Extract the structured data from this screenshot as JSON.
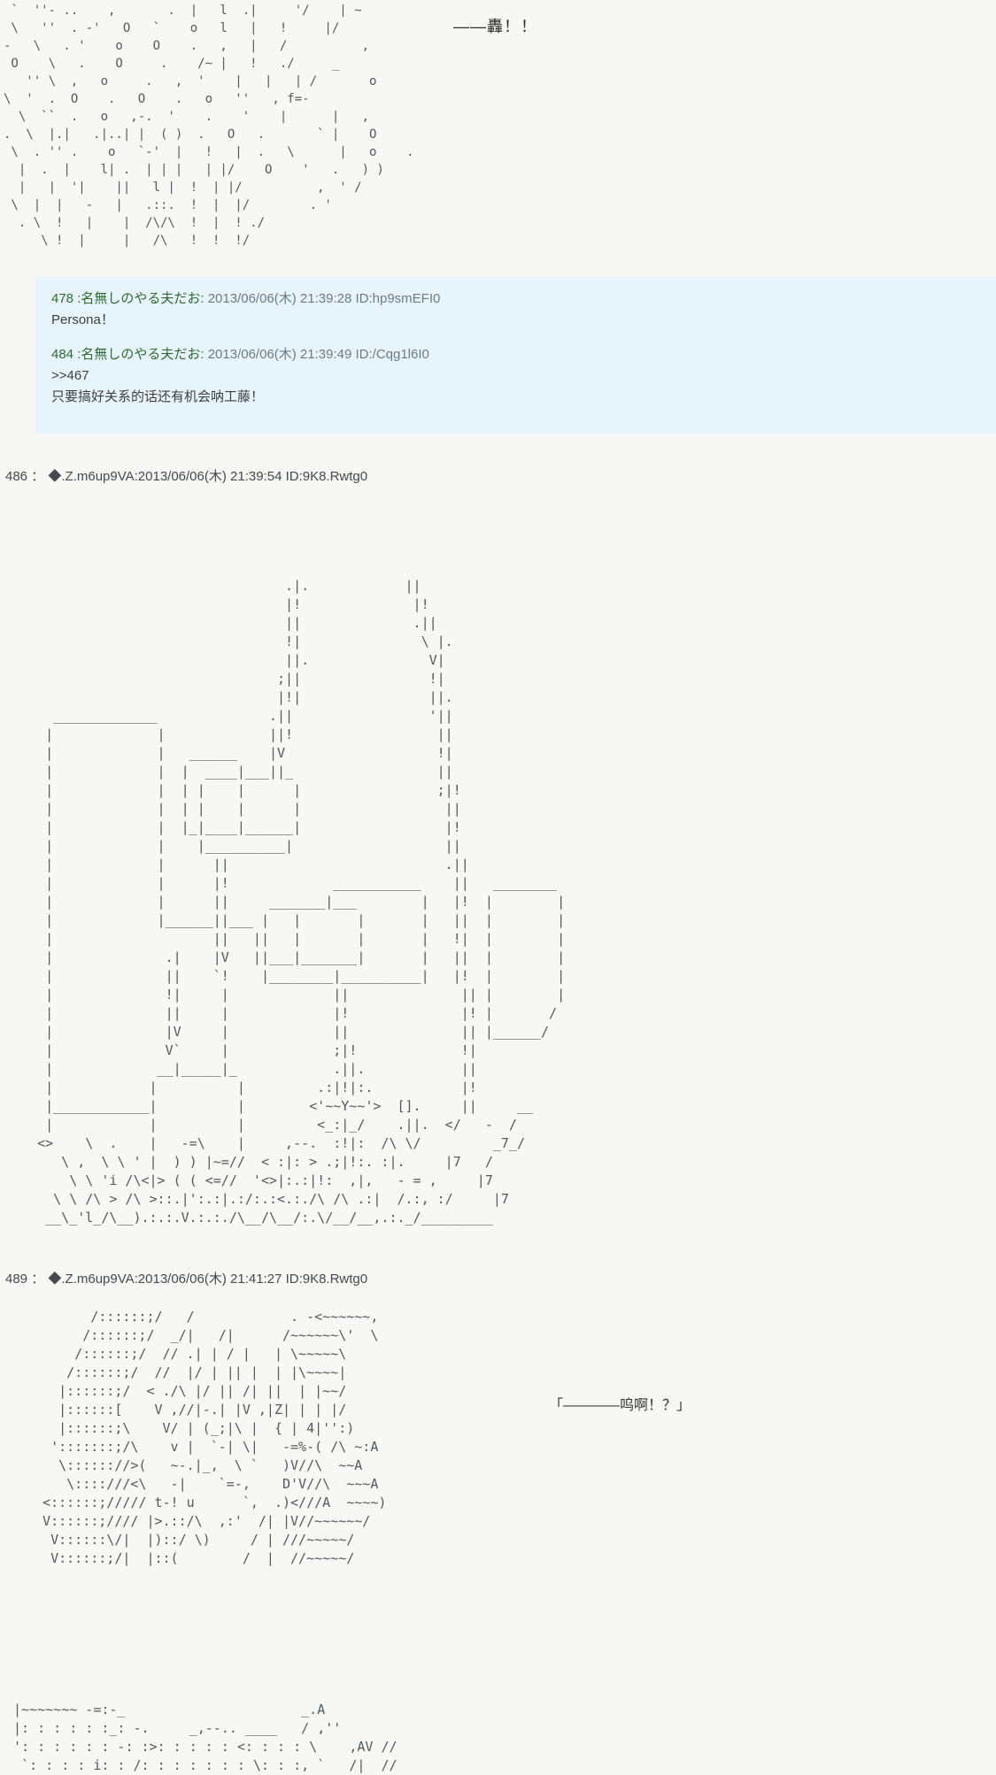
{
  "colors": {
    "page_bg": "#f7f7f5",
    "posts_box_bg": "#e8f4fc",
    "name_green": "#2f6b2f",
    "meta_gray": "#6b7b8c",
    "aa_gray": "#55585c",
    "text_dark": "#3c4043"
  },
  "top_aa": {
    "sfx": "――轟！！",
    "lines": [
      " `  ''- ..    ,       .  |   l  .|     '/    | ~",
      " \\   ''  . -'   O   `    o   l   |   !     |/",
      "-   \\   . '    o    O    .   ,   |   /          ,",
      " O    \\   .    O     .    /~ |   !   ./     _",
      "   '' \\  ,   o     .   ,  '    |   |   | /       o",
      "\\  '  .  O    .   O    .   o   ''   , f=-",
      "  \\  ``  .   o   ,-.  '    .    '    |      |   ,",
      ".  \\  |.|   .|..| |  ( )  .   O   .       ` |    O",
      " \\  . '' .    o   `-'  |   !   |  .   \\      |   o    .",
      "  |  .  |    l| .  | | |   | |/    O    '   .   ) )",
      "  |   |  '|    ||   l |  !  | |/          ,  ' /",
      " \\  |  |   -   |   .::.  !  |  |/        . '",
      "  . \\  !   |    |  /\\/\\  !  |  ! ./",
      "     \\ !  |     |   /\\   !  !  !/"
    ]
  },
  "posts_box": {
    "posts": [
      {
        "header_name": "478 :名無しのやる夫だお:",
        "header_meta": "2013/06/06(木) 21:39:28 ID:hp9smEFI0",
        "body": "Persona！"
      },
      {
        "header_name": "484 :名無しのやる夫だお:",
        "header_meta": "2013/06/06(木) 21:39:49 ID:/Cqg1l6I0",
        "reply_link": ">>467",
        "body": "只要搞好关系的话还有机会呐工藤！"
      }
    ]
  },
  "post486": {
    "header": "486 ： ◆.Z.m6up9VA:2013/06/06(木) 21:39:54 ID:9K8.Rwtg0",
    "aa_lines": [
      "                                  .|.            ||",
      "                                  |!              |!",
      "                                  ||              .||",
      "                                  !|               \\ |.",
      "                                  ||.               V|",
      "                                 ;||                !|",
      "                                 |!|                ||.",
      "     _____________              .||                 '||",
      "    |             |             ||!                  ||",
      "    |             |   ______    |V                   !|",
      "    |             |  |  ____|___||_                  ||",
      "    |             |  | |    |      |                 ;|!",
      "    |             |  | |    |      |                  ||",
      "    |             |  |_|____|______|                  |!",
      "    |             |    |__________|                   ||",
      "    |             |      ||                           .||",
      "    |             |      |!             ___________    ||   ________",
      "    |             |      ||     _______|___        |   |!  |        |",
      "    |             |______||___ |   |       |       |   ||  |        |",
      "    |                    ||   ||   |       |       |   !|  |        |",
      "    |              .|    |V   ||___|_______|       |   ||  |        |",
      "    |              ||    `!    |________|__________|   |!  |        |",
      "    |              !|     |             ||              || |        |",
      "    |              ||     |             |!              |! |       /",
      "    |              |V     |             ||              || |______/",
      "    |              V`     |             ;|!             !|",
      "    |             __|_____|_            .||.            ||",
      "    |            |          |         .:|!|:.           |!",
      "    |____________|          |        <'~~Y~~'>  [].     ||     __",
      "    |            |          |         <_:|_/    .||.  </   -  /",
      "   <>    \\  .    |   -=\\    |     ,--.  :!|:  /\\ \\/         _7_/",
      "      \\ ,  \\ \\ ' |  ) ) |~=//  < :|: > .;|!:. :|.     |7   /",
      "       \\ \\ 'i /\\<|> ( ( <=//  '<>|:.:|!:  ,|,   - = ,     |7",
      "     \\ \\ /\\ > /\\ >::.|':.:|.:/:.:<.:./\\ /\\ .:|  /.:, :/     |7",
      "    __\\_'l_/\\__).:.:.V.:.:./\\__/\\__/:.\\/__/__,.:._/_________"
    ]
  },
  "post489": {
    "header": "489 ： ◆.Z.m6up9VA:2013/06/06(木) 21:41:27 ID:9K8.Rwtg0",
    "quote": "「――――呜啊！？」",
    "aa_lines": [
      "        /::::::;/   /            . -<~~~~~~,",
      "       /::::::;/  _/|   /|      /~~~~~~\\'  \\",
      "      /::::::;/  // .| | / |   | \\~~~~~\\",
      "     /::::::;/  //  |/ | || |  | |\\~~~~|",
      "    |::::::;/  < ./\\ |/ || /| ||  | |~~/",
      "    |::::::[    V ,//|-.| |V ,|Z| | | |/",
      "    |::::::;\\    V/ | (_;|\\ |  { | 4|'':)",
      "   ':::::::;/\\    v |  `-| \\|   -=%-( /\\ ~:A",
      "    \\:::::://>(   ~-.|_,  \\ `   )V//\\  ~~A",
      "     \\::::///<\\   -|    `=-,    D'V//\\  ~~~A",
      "  <::::::;///// t-! u      `,  .)<///A  ~~~~)",
      "  V::::::;//// |>.::/\\  ,:'  /| |V//~~~~~~/",
      "   V::::::\\/|  |)::/ \\)     / | ///~~~~~/",
      "   V::::::;/|  |::(        /  |  //~~~~~/"
    ]
  },
  "bottom_aa": {
    "lines": [
      " |~~~~~~~ -=:-_                      _.A",
      " |: : : : : :_: -.     _,--.. ____   / ,''",
      " ': : : : : : -: :>: : : : : <: : : : \\    ,AV //",
      "  `: : : : i: : /: : : : : : : \\: : :, `   /|  //"
    ]
  }
}
